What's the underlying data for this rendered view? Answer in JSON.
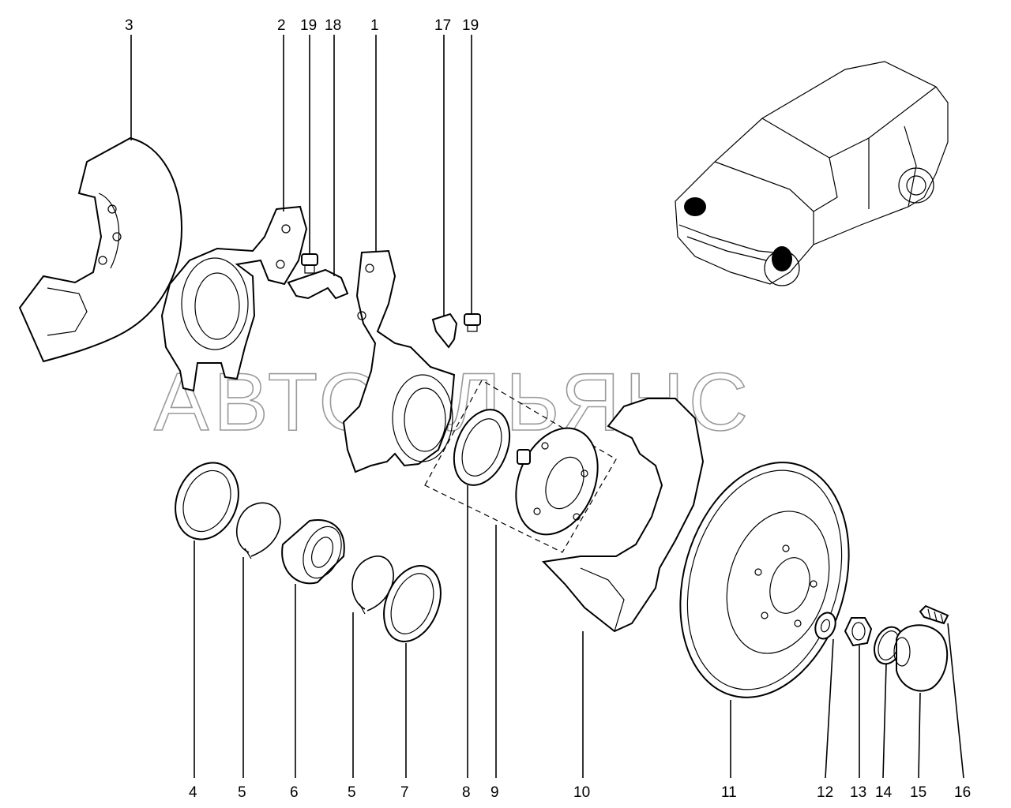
{
  "watermark": "АВТОАЛЬЯНС",
  "callouts_top": [
    "3",
    "2",
    "19",
    "18",
    "1",
    "17",
    "19"
  ],
  "callouts_bottom": [
    "4",
    "5",
    "6",
    "5",
    "7",
    "8",
    "9",
    "10",
    "11",
    "12",
    "13",
    "14",
    "15",
    "16"
  ]
}
